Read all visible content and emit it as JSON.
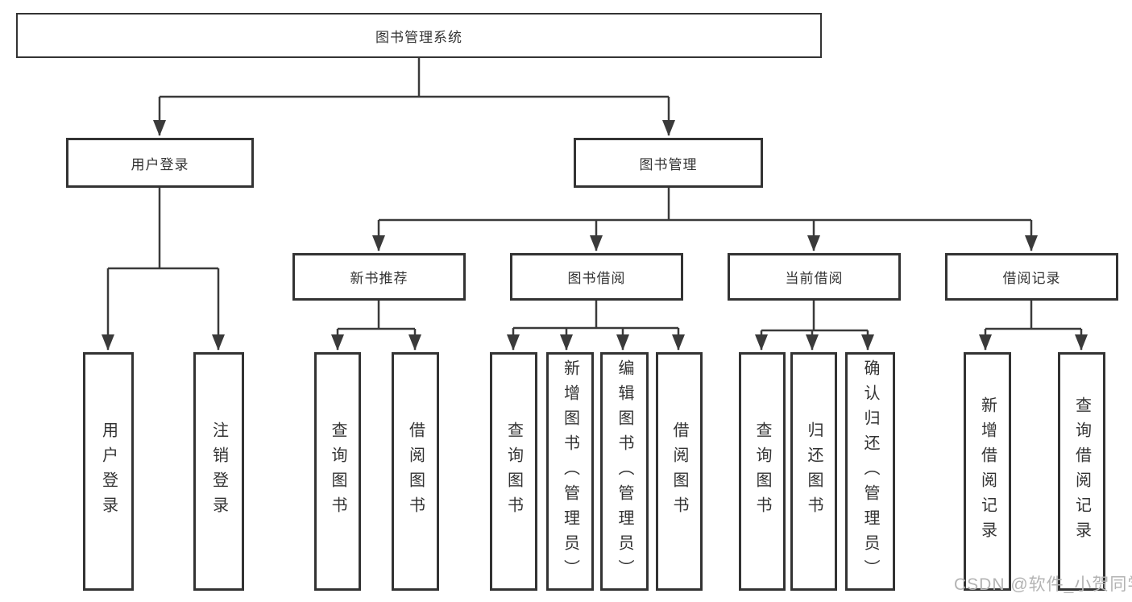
{
  "diagram_type": "hierarchy-tree",
  "colors": {
    "line": "#3a3a3a",
    "box_border": "#333333",
    "text": "#333333",
    "background": "#ffffff",
    "watermark": "#b3b3b3"
  },
  "tree": {
    "label": "图书管理系统",
    "children": [
      {
        "label": "用户登录",
        "children": [
          {
            "label": "用户登录"
          },
          {
            "label": "注销登录"
          }
        ]
      },
      {
        "label": "图书管理",
        "children": [
          {
            "label": "新书推荐",
            "children": [
              {
                "label": "查询图书"
              },
              {
                "label": "借阅图书"
              }
            ]
          },
          {
            "label": "图书借阅",
            "children": [
              {
                "label": "查询图书"
              },
              {
                "label": "新增图书（管理员）"
              },
              {
                "label": "编辑图书（管理员）"
              },
              {
                "label": "借阅图书"
              }
            ]
          },
          {
            "label": "当前借阅",
            "children": [
              {
                "label": "查询图书"
              },
              {
                "label": "归还图书"
              },
              {
                "label": "确认归还（管理员）"
              }
            ]
          },
          {
            "label": "借阅记录",
            "children": [
              {
                "label": "新增借阅记录"
              },
              {
                "label": "查询借阅记录"
              }
            ]
          }
        ]
      }
    ]
  },
  "watermark": {
    "text": "CSDN @软件_小贺同学"
  }
}
